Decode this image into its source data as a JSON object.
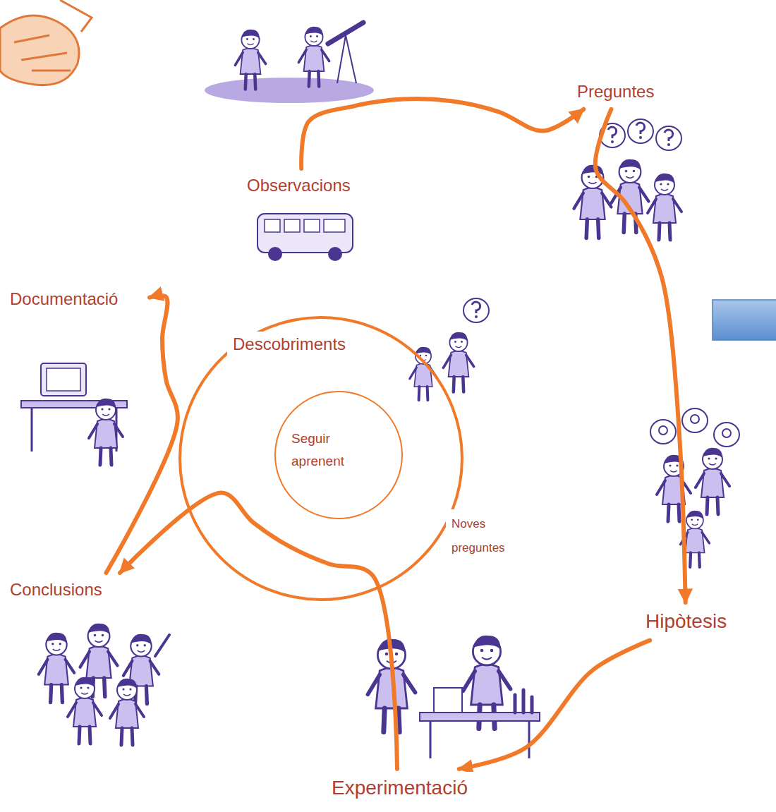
{
  "diagram": {
    "nodes": [
      {
        "text": [
          "Observacions"
        ]
      },
      {
        "text": [
          "Preguntes"
        ]
      },
      {
        "text": [
          "Hipòtesis"
        ]
      },
      {
        "text": [
          "Experimentació"
        ]
      },
      {
        "text": [
          "Conclusions"
        ]
      },
      {
        "text": [
          "Documentació"
        ]
      }
    ],
    "edges": [
      {
        "from": 0,
        "to": 1,
        "arrow": "to"
      },
      {
        "from": 1,
        "to": 2,
        "arrow": "to"
      },
      {
        "from": 2,
        "to": 3,
        "arrow": "to"
      },
      {
        "from": 3,
        "to": 4,
        "arrow": "to"
      },
      {
        "from": 4,
        "to": 5,
        "arrow": "to"
      }
    ],
    "labels": [
      "Descobriments",
      "Seguir aprenent",
      "Noves preguntes"
    ]
  }
}
